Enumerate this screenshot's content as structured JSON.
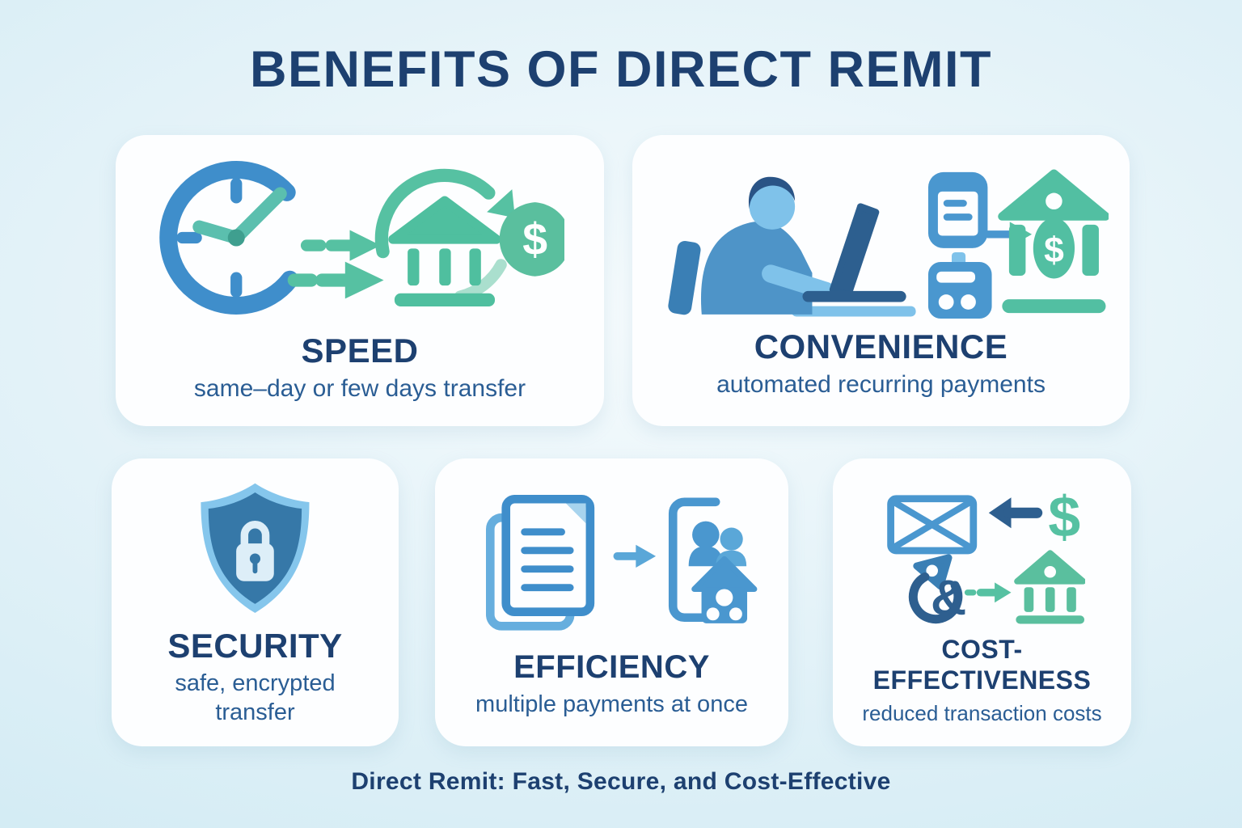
{
  "header": {
    "title": "BENEFITS OF DIRECT REMIT"
  },
  "footer": {
    "tagline": "Direct Remit: Fast, Secure, and Cost-Effective"
  },
  "cards": [
    {
      "id": "speed",
      "title": "SPEED",
      "subtitle": "same–day or few days transfer",
      "icons": [
        "clock-icon",
        "speed-arrows-icon",
        "recurring-cycle-icon",
        "bank-icon",
        "dollar-badge-icon"
      ]
    },
    {
      "id": "convenience",
      "title": "CONVENIENCE",
      "subtitle": "automated recurring payments",
      "icons": [
        "person-typing-laptop-icon",
        "document-send-icon",
        "calculator-icon",
        "bank-dollar-icon"
      ]
    },
    {
      "id": "security",
      "title": "SECURITY",
      "subtitle": "safe, encrypted transfer",
      "icons": [
        "shield-lock-icon"
      ]
    },
    {
      "id": "efficiency",
      "title": "EFFICIENCY",
      "subtitle": "multiple payments at once",
      "icons": [
        "documents-stack-icon",
        "arrow-right-icon",
        "recipients-screen-icon",
        "house-icon"
      ]
    },
    {
      "id": "cost-effectiveness",
      "title": "COST-EFFECTIVENESS",
      "subtitle": "reduced transaction costs",
      "icons": [
        "envelope-icon",
        "arrow-left-icon",
        "dollar-sign-icon",
        "exchange-icon",
        "arrow-right-icon",
        "bank-icon"
      ]
    }
  ],
  "glyphs": {
    "dollar": "$",
    "ampersand": "&"
  },
  "colors": {
    "background_edge": "#cbe8f2",
    "background_center": "#f6fbfd",
    "card_background": "#fdfeff",
    "heading_navy": "#1d4070",
    "subtitle_blue": "#2a5d94",
    "icon_blue": "#3f8ecb",
    "icon_blue_light": "#7fc2ea",
    "icon_navy": "#2d5f8f",
    "icon_teal": "#56c1a2",
    "icon_teal_dark": "#4fbf9f"
  }
}
